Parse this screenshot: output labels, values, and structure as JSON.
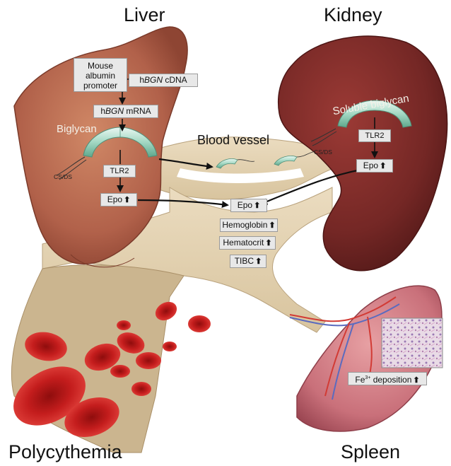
{
  "organs": {
    "liver": "Liver",
    "kidney": "Kidney",
    "polycythemia": "Polycythemia",
    "spleen": "Spleen",
    "blood_vessel": "Blood vessel"
  },
  "liver_pathway": {
    "promoter_line1": "Mouse",
    "promoter_line2": "albumin",
    "promoter_line3": "promoter",
    "cdna_prefix": "h",
    "cdna_gene": "BGN",
    "cdna_suffix": " cDNA",
    "mrna_prefix": "h",
    "mrna_gene": "BGN",
    "mrna_suffix": " mRNA",
    "protein_label": "Biglycan",
    "glycan_label": "CS/DS",
    "receptor": "TLR2",
    "epo": "Epo"
  },
  "kidney_pathway": {
    "protein_label": "Soluble biglycan",
    "glycan_label": "CS/DS",
    "receptor": "TLR2",
    "epo": "Epo"
  },
  "blood_markers": {
    "epo": "Epo",
    "hemoglobin": "Hemoglobin",
    "hematocrit": "Hematocrit",
    "tibc": "TIBC"
  },
  "spleen": {
    "deposition_sup": "3+",
    "deposition_prefix": "Fe",
    "deposition_suffix": " deposition"
  },
  "symbols": {
    "increase": "⬆"
  },
  "colors": {
    "liver": "#b5654a",
    "kidney": "#7a2a26",
    "vessel": "#e3d3b4",
    "spleen": "#c96a74",
    "rbc": "#c81d1d",
    "biglycan": "#9fd4c0"
  }
}
